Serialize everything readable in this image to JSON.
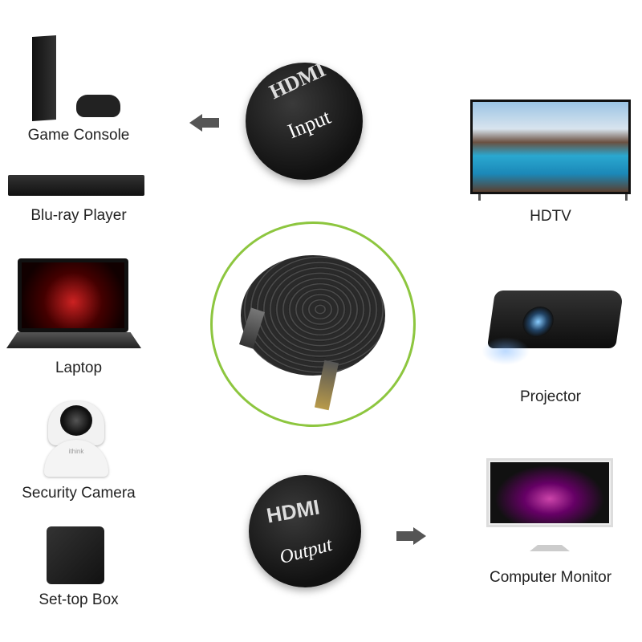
{
  "devices_left": [
    {
      "label": "Game Console"
    },
    {
      "label": "Blu-ray Player"
    },
    {
      "label": "Laptop"
    },
    {
      "label": "Security Camera"
    },
    {
      "label": "Set-top Box"
    }
  ],
  "devices_right": [
    {
      "label": "HDTV"
    },
    {
      "label": "Projector"
    },
    {
      "label": "Computer Monitor"
    }
  ],
  "connectors": {
    "input_label": "Input",
    "output_label": "Output",
    "logo_text": "HDMI"
  },
  "camera_brand": "ithink",
  "colors": {
    "ring": "#8dc63f",
    "arrow": "#555555",
    "text": "#222222"
  }
}
